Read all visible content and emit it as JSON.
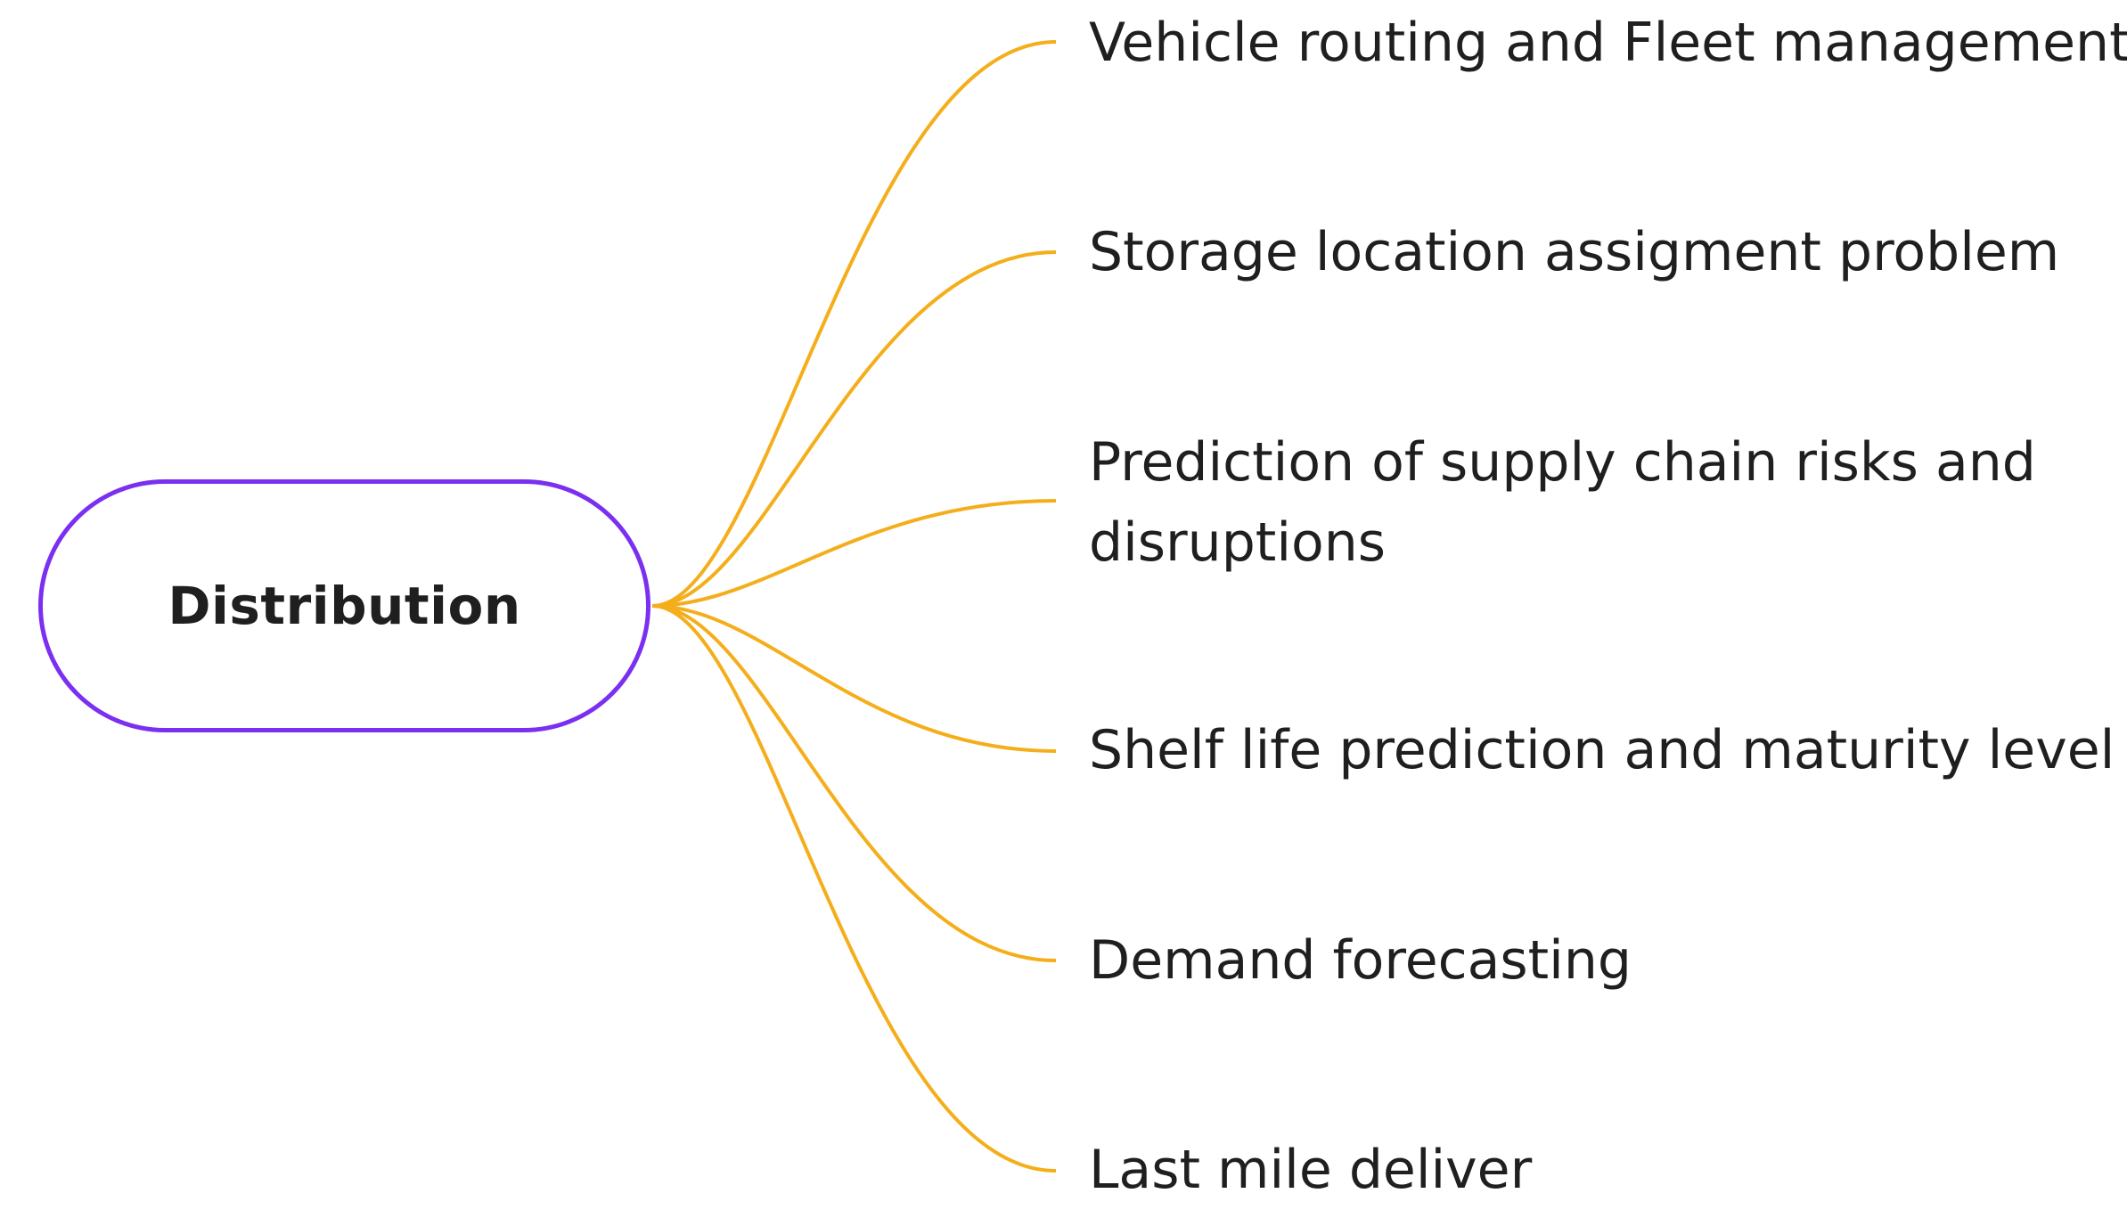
{
  "root": {
    "label": "Distribution",
    "border_color": "#7b2ff0"
  },
  "connector_color": "#f5ae1b",
  "branches": [
    {
      "label": "Vehicle routing and Fleet management"
    },
    {
      "label": "Storage location assigment problem"
    },
    {
      "label": "Prediction of supply chain risks and disruptions"
    },
    {
      "label": "Shelf life prediction and maturity level"
    },
    {
      "label": "Demand forecasting"
    },
    {
      "label": "Last mile deliver"
    }
  ]
}
